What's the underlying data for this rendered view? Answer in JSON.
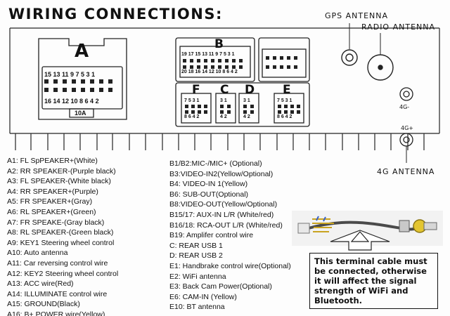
{
  "title": "WIRING CONNECTIONS:",
  "antennas": {
    "gps": "GPS ANTENNA",
    "radio": "RADIO ANTENNA",
    "g4_minus": "4G-",
    "g4_plus": "4G+",
    "g4": "4G ANTENNA"
  },
  "connectors": {
    "a": {
      "letter": "A",
      "top_pins": "15 13 11  9  7  5  3  1",
      "bottom_pins": "16 14 12 10  8  6  4  2",
      "tag": "10A"
    },
    "b": {
      "letter": "B",
      "top_pins": "19 17 15 13 11 9 7 5 3 1",
      "bottom_pins": "20 18 16 14 12 10 8 6 4 2"
    },
    "f": {
      "letter": "F",
      "top_pins": "7 5 3 1",
      "bottom_pins": "8 6 4 2"
    },
    "c": {
      "letter": "C",
      "top_pins": "3 1",
      "bottom_pins": "4 2"
    },
    "d": {
      "letter": "D",
      "top_pins": "3 1",
      "bottom_pins": "4 2"
    },
    "e": {
      "letter": "E",
      "top_pins": "7 5 3 1",
      "bottom_pins": "8 6 4 2"
    }
  },
  "left_list": [
    "A1: FL SpPEAKER+(White)",
    "A2: RR SPEAKER-(Purple black)",
    "A3: FL SPEAKER-(White black)",
    "A4: RR SPEAKER+(Purple)",
    "A5: FR SPEAKER+(Gray)",
    "A6: RL SPEAKER+(Green)",
    "A7: FR SPEAKE-(Gray black)",
    "A8: RL SPEAKER-(Green black)",
    "A9: KEY1 Steering wheel control",
    "A10: Auto antenna",
    "A11: Car reversing control wire",
    "A12: KEY2 Steering wheel control",
    "A13: ACC wire(Red)",
    "A14: ILLUMINATE control wire",
    "A15: GROUND(Black)",
    "A16: B+ POWER wire(Yellow)"
  ],
  "right_list": [
    "B1/B2:MIC-/MIC+ (Optional)",
    "B3:VIDEO-IN2(Yellow/Optional)",
    "B4: VIDEO-IN 1(Yellow)",
    "B6: SUB-OUT(Optional)",
    "B8:VIDEO-OUT(Yellow/Optional)",
    "B15/17: AUX-IN L/R (White/red)",
    "B16/18: RCA-OUT L/R (White/red)",
    "B19: Amplifer control wire",
    "C: REAR USB 1",
    "D: REAR USB 2",
    "E1: Handbrake control wire(Optional)",
    "E2: WiFi antenna",
    "E3: Back Cam Power(Optional)",
    "E6:  CAM-IN (Yellow)",
    "E10: BT antenna"
  ],
  "note": [
    "This terminal cable must",
    "be connected, otherwise",
    "it will affect the signal",
    "strength of WiFi and",
    "Bluetooth."
  ]
}
